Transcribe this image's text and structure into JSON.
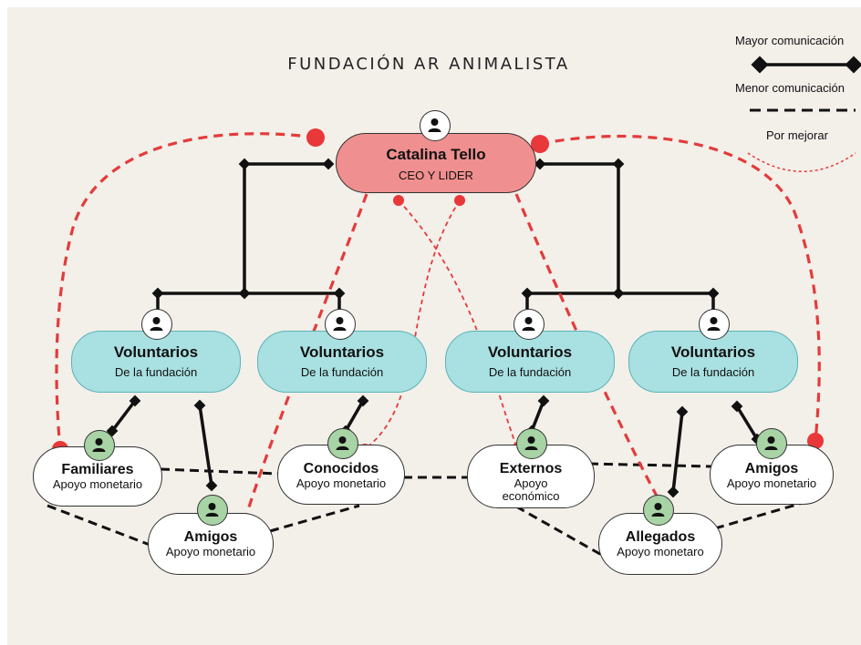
{
  "title": "FUNDACIÓN AR ANIMALISTA",
  "ceo": {
    "name": "Catalina Tello",
    "role": "CEO Y LIDER"
  },
  "volunteers": [
    {
      "title": "Voluntarios",
      "subtitle": "De la fundación"
    },
    {
      "title": "Voluntarios",
      "subtitle": "De la fundación"
    },
    {
      "title": "Voluntarios",
      "subtitle": "De la fundación"
    },
    {
      "title": "Voluntarios",
      "subtitle": "De la fundación"
    }
  ],
  "supporters": [
    {
      "title": "Familiares",
      "subtitle": "Apoyo monetario"
    },
    {
      "title": "Amigos",
      "subtitle": "Apoyo monetario"
    },
    {
      "title": "Conocidos",
      "subtitle": "Apoyo monetario"
    },
    {
      "title": "Externos",
      "subtitle": "Apoyo económico"
    },
    {
      "title": "Allegados",
      "subtitle": "Apoyo monetaro"
    },
    {
      "title": "Amigos",
      "subtitle": "Apoyo monetario"
    }
  ],
  "legend": {
    "strong": "Mayor comunicación",
    "weak": "Menor comunicación",
    "improve": "Por mejorar"
  },
  "colors": {
    "ceo_fill": "#f08f8f",
    "volunteer_fill": "#a9e0e2",
    "supporter_icon_fill": "#a7d3a5",
    "improve_line": "#e23c3c",
    "background": "#f3efe9"
  }
}
